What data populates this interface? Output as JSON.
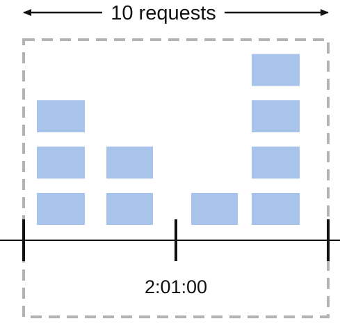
{
  "diagram": {
    "width_label": "10 requests",
    "time_label": "2:01:00",
    "colors": {
      "window_border": "#b3b3b3",
      "request_block": "#a9c4ea",
      "axis": "#111111",
      "text": "#111111"
    },
    "columns": [
      {
        "requests": 3
      },
      {
        "requests": 2
      },
      {
        "requests": 1
      },
      {
        "requests": 4
      }
    ]
  }
}
